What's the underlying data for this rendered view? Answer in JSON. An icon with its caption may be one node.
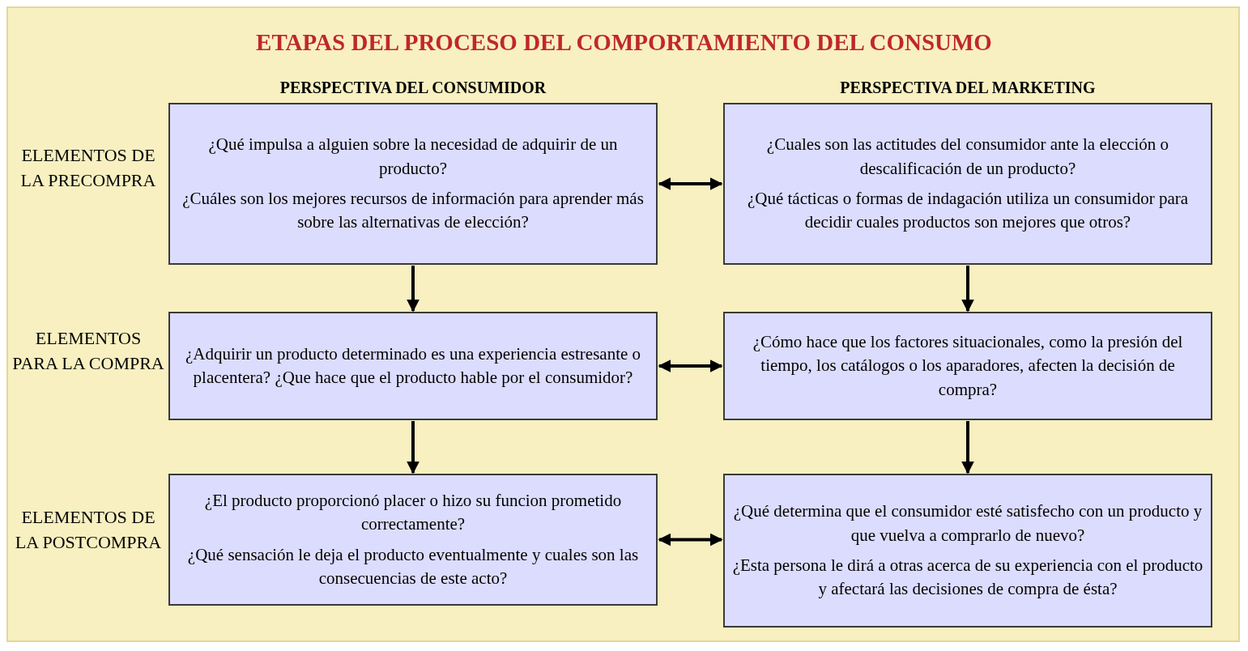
{
  "diagram": {
    "title": "ETAPAS DEL PROCESO DEL COMPORTAMIENTO DEL CONSUMO",
    "nodes": [
      {
        "text": [
          "¿Qué impulsa a alguien sobre la necesidad de adquirir de un producto?",
          "¿Cuáles son los mejores recursos de información para aprender más sobre las alternativas de elección?"
        ]
      },
      {
        "text": [
          "¿Cuales son las actitudes del consumidor ante la elección o descalificación de un producto?",
          "¿Qué tácticas o formas de indagación utiliza un consumidor para decidir cuales productos son mejores que otros?"
        ]
      },
      {
        "text": [
          "¿Adquirir un producto determinado es una experiencia estresante o placentera? ¿Que hace que el producto hable por el consumidor?"
        ]
      },
      {
        "text": [
          "¿Cómo hace que los factores situacionales, como la presión del tiempo, los catálogos o los aparadores, afecten la decisión de compra?"
        ]
      },
      {
        "text": [
          "¿El producto proporcionó placer o hizo su funcion prometido correctamente?",
          "¿Qué sensación le deja el producto eventualmente y cuales son las consecuencias de este acto?"
        ]
      },
      {
        "text": [
          "¿Qué determina que el consumidor esté satisfecho con un producto y que vuelva a comprarlo de nuevo?",
          "¿Esta persona le dirá a otras acerca de su experiencia con el producto y afectará las decisiones de compra de ésta?"
        ]
      }
    ],
    "edges": [
      {
        "from": 0,
        "to": 1,
        "arrow": "both"
      },
      {
        "from": 0,
        "to": 2,
        "arrow": "to"
      },
      {
        "from": 1,
        "to": 3,
        "arrow": "to"
      },
      {
        "from": 2,
        "to": 3,
        "arrow": "both"
      },
      {
        "from": 2,
        "to": 4,
        "arrow": "to"
      },
      {
        "from": 3,
        "to": 5,
        "arrow": "to"
      },
      {
        "from": 4,
        "to": 5,
        "arrow": "both"
      }
    ],
    "labels": [
      "PERSPECTIVA DEL CONSUMIDOR",
      "PERSPECTIVA DEL MARKETING",
      "ELEMENTOS DE LA PRECOMPRA",
      "ELEMENTOS PARA LA COMPRA",
      "ELEMENTOS DE LA POSTCOMPRA"
    ]
  }
}
